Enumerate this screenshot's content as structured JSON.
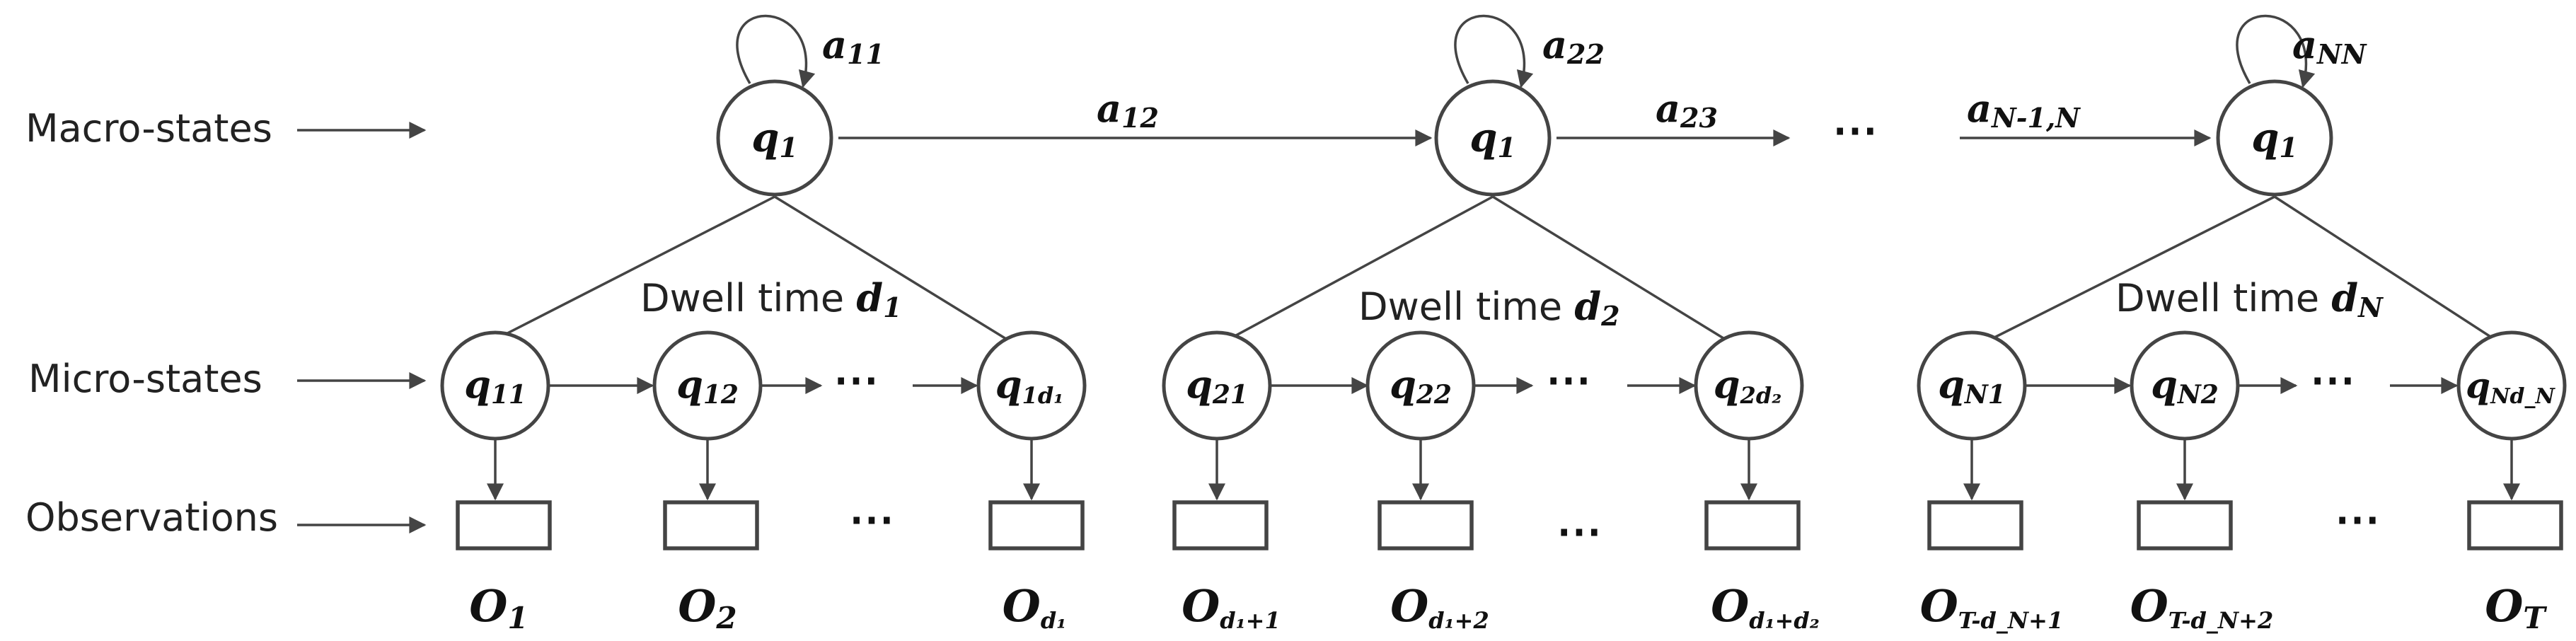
{
  "row_labels": {
    "macro": "Macro-states",
    "micro": "Micro-states",
    "observations": "Observations"
  },
  "macro_states": [
    {
      "letter": "q",
      "sub": "1"
    },
    {
      "letter": "q",
      "sub": "1"
    },
    {
      "letter": "q",
      "sub": "1"
    }
  ],
  "self_loops": [
    {
      "letter": "a",
      "sub": "11"
    },
    {
      "letter": "a",
      "sub": "22"
    },
    {
      "letter": "a",
      "sub": "NN"
    }
  ],
  "transitions": [
    {
      "letter": "a",
      "sub": "12"
    },
    {
      "letter": "a",
      "sub": "23"
    },
    {
      "letter": "a",
      "sub": "N-1,N"
    }
  ],
  "dwell_times": [
    {
      "text": "Dwell time ",
      "letter": "d",
      "sub": "1"
    },
    {
      "text": "Dwell time ",
      "letter": "d",
      "sub": "2"
    },
    {
      "text": "Dwell time ",
      "letter": "d",
      "sub": "N"
    }
  ],
  "micro_states": [
    {
      "letter": "q",
      "sub": "11"
    },
    {
      "letter": "q",
      "sub": "12"
    },
    {
      "letter": "q",
      "sub": "1d₁"
    },
    {
      "letter": "q",
      "sub": "21"
    },
    {
      "letter": "q",
      "sub": "22"
    },
    {
      "letter": "q",
      "sub": "2d₂"
    },
    {
      "letter": "q",
      "sub": "N1"
    },
    {
      "letter": "q",
      "sub": "N2"
    },
    {
      "letter": "q",
      "sub": "Nd_N"
    }
  ],
  "observations": [
    {
      "letter": "O",
      "sub": "1"
    },
    {
      "letter": "O",
      "sub": "2"
    },
    {
      "letter": "O",
      "sub": "d₁"
    },
    {
      "letter": "O",
      "sub": "d₁+1"
    },
    {
      "letter": "O",
      "sub": "d₁+2"
    },
    {
      "letter": "O",
      "sub": "d₁+d₂"
    },
    {
      "letter": "O",
      "sub": "T-d_N+1"
    },
    {
      "letter": "O",
      "sub": "T-d_N+2"
    },
    {
      "letter": "O",
      "sub": "T"
    }
  ],
  "ellipsis": "⋯",
  "colors": {
    "stroke": "#444444",
    "text": "#111111"
  }
}
